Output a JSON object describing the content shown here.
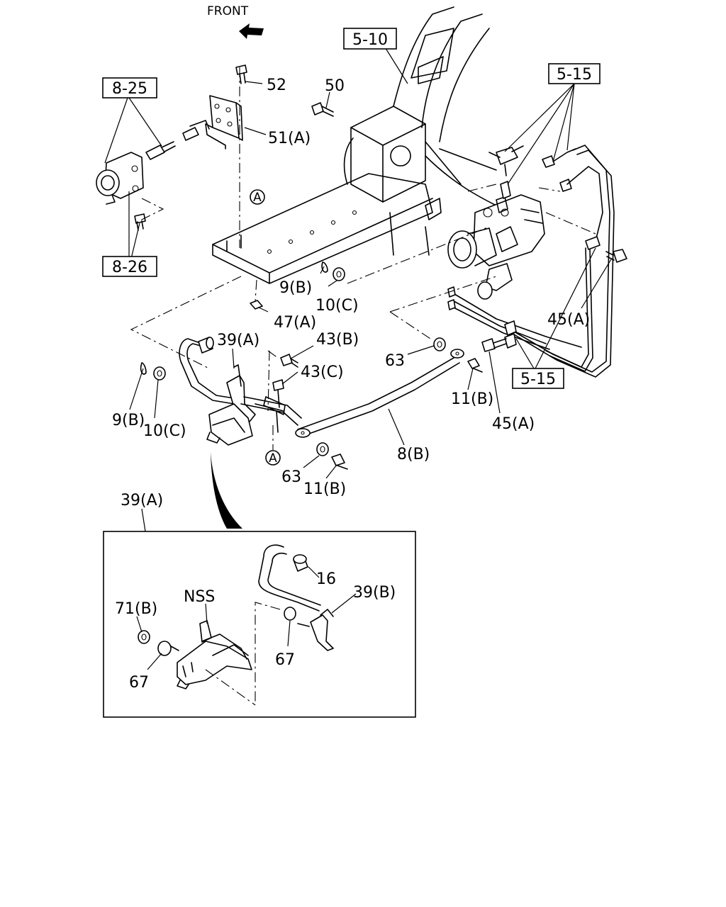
{
  "header": {
    "front_label": "FRONT"
  },
  "refs": {
    "r_5_10": "5-10",
    "r_8_25": "8-25",
    "r_8_26": "8-26",
    "r_5_15_top": "5-15",
    "r_5_15_bottom": "5-15"
  },
  "callouts": {
    "c52": "52",
    "c50": "50",
    "c51a": "51(A)",
    "cA_top": "A",
    "c9b_top": "9(B)",
    "c10c_top": "10(C)",
    "c47a": "47(A)",
    "c45a_right": "45(A)",
    "c39a": "39(A)",
    "c43b": "43(B)",
    "c43c": "43(C)",
    "c63_right": "63",
    "c11b_right": "11(B)",
    "c45a_bottom": "45(A)",
    "c9b_left": "9(B)",
    "c10c_left": "10(C)",
    "cA_bottom": "A",
    "c63_bottom": "63",
    "c11b_bottom": "11(B)",
    "c8b": "8(B)"
  },
  "inset": {
    "title": "39(A)",
    "c16": "16",
    "c39b": "39(B)",
    "nss": "NSS",
    "c71b": "71(B)",
    "c67_mid": "67",
    "c67_left": "67"
  }
}
